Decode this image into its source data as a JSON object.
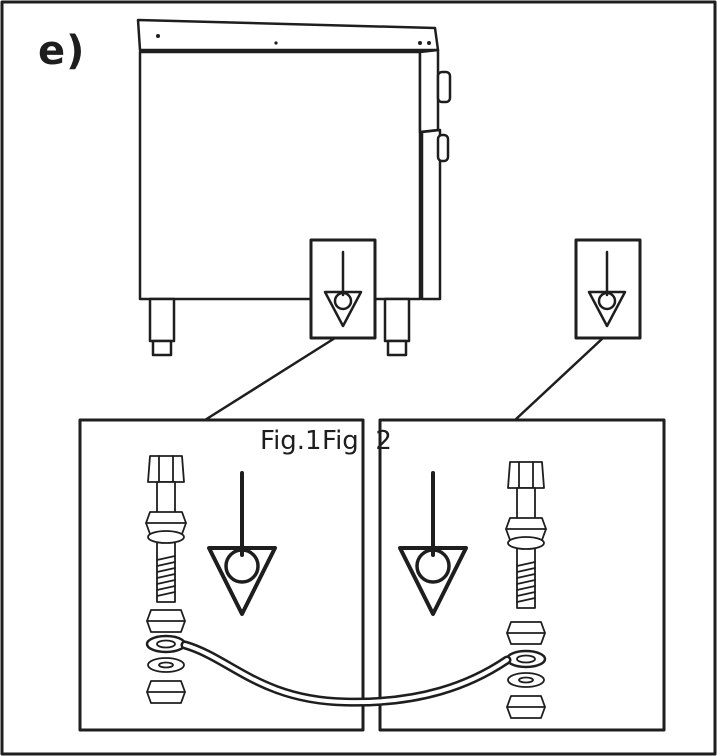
{
  "step_label": "e)",
  "figure_captions": [
    "Fig.1",
    "Fig. 2"
  ],
  "symbols": [
    "equipotential-ground-symbol"
  ],
  "colors": {
    "line": "#1e1e1e",
    "background": "#ffffff"
  }
}
